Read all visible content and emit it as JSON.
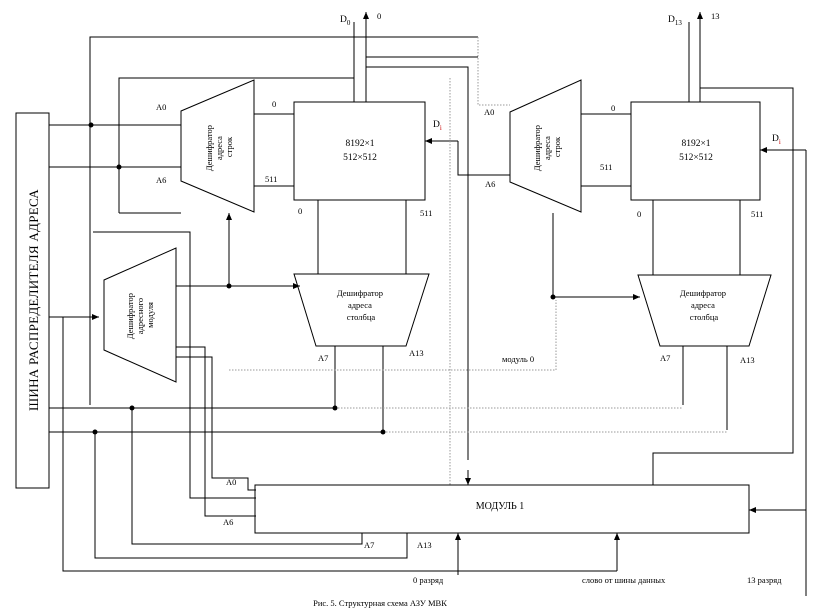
{
  "diagram": {
    "bus_label": "ШИНА РАСПРЕДЕЛИТЕЛЯ АДРЕСА",
    "module_decoder": [
      "Дешифратор",
      "адресного",
      "модуля"
    ],
    "row_decoder": [
      "Дешифратор",
      "адреса",
      "строк"
    ],
    "col_decoder": [
      "Дешифратор",
      "адреса",
      "столбца"
    ],
    "memory_size": "8192×1",
    "memory_org": "512×512",
    "module1_label": "МОДУЛЬ 1",
    "module0_label": "модуль 0",
    "d0": {
      "main": "D",
      "sub": "0"
    },
    "d13": {
      "main": "D",
      "sub": "13"
    },
    "di": {
      "main": "D",
      "sub": "i"
    },
    "top0": "0",
    "top13": "13",
    "a0": "A0",
    "a6": "A6",
    "a7": "A7",
    "a13": "A13",
    "n0": "0",
    "n511": "511",
    "bit0": "0 разряд",
    "word_bus": "слово от шины данных",
    "bit13": "13 разряд",
    "caption": "Рис. 5. Структурная схема АЗУ МВК"
  }
}
